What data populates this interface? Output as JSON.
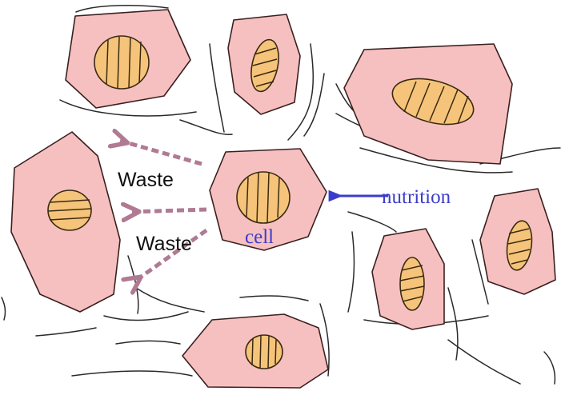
{
  "labels": {
    "waste_upper": "Waste",
    "waste_lower": "Waste",
    "cell": "cell",
    "nutrition": "nutrition"
  },
  "colors": {
    "cell_fill": "#f7c0c0",
    "nucleus_fill": "#f5c47a",
    "waste_arrow": "#b07a92",
    "nutrition_arrow": "#3c3ccc",
    "cell_label": "#3c3ccc",
    "nutrition_label": "#3c3ccc"
  }
}
